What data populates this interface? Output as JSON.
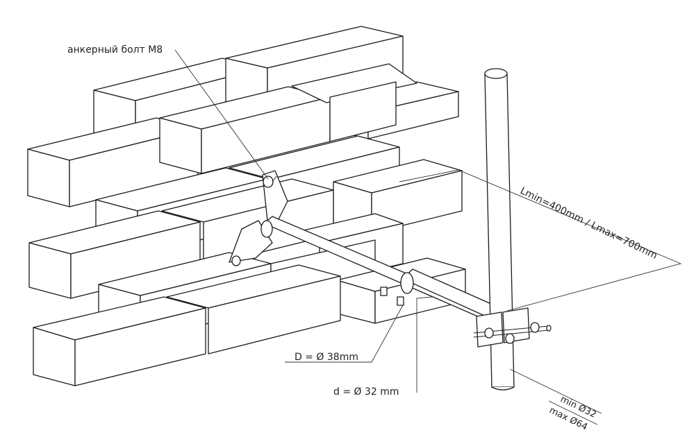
{
  "labels": {
    "anchor_bolt": "анкерный болт М8",
    "length_range": "Lmin=400mm / Lmax=700mm",
    "outer_diameter": "D = Ø 38mm",
    "inner_diameter": "d = Ø 32 mm",
    "mast_min": "min Ø32",
    "mast_max": "max Ø64"
  },
  "colors": {
    "line": "#1a1a1a",
    "fill": "#ffffff"
  }
}
